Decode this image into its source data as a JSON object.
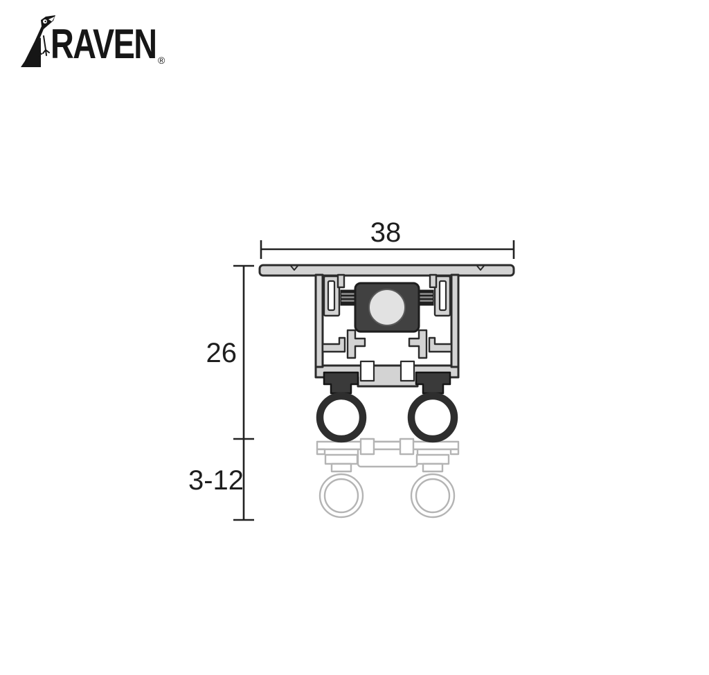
{
  "logo": {
    "brand": "RAVEN",
    "registered_mark": "®",
    "icon": "raven-bird-icon"
  },
  "diagram": {
    "dimensions": {
      "overall_width": "38",
      "profile_height": "26",
      "drop_range": "3-12"
    },
    "colors": {
      "outline": "#2b2b2b",
      "aluminium_fill": "#d3d3d3",
      "cartridge_fill": "#414141",
      "plunger_fill": "#e2e2e2",
      "rubber_seal_fill": "#3a3a3a",
      "ghost_outline": "#b4b4b4",
      "background": "#ffffff"
    }
  }
}
